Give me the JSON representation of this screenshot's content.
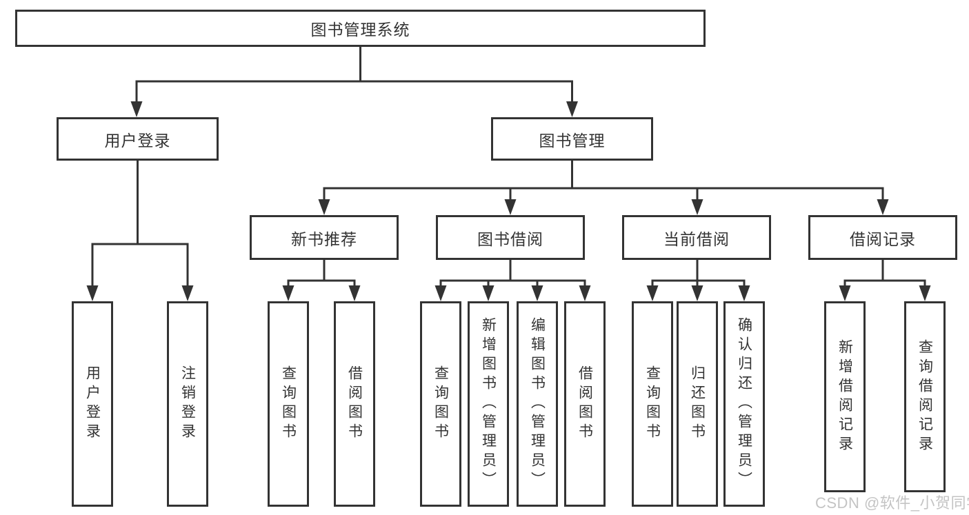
{
  "diagram": {
    "title": {
      "label": "图书管理系统"
    },
    "level2": {
      "user_login": {
        "label": "用户登录"
      },
      "book_mgmt": {
        "label": "图书管理"
      }
    },
    "level3": {
      "new_book_rec": {
        "label": "新书推荐"
      },
      "book_borrow": {
        "label": "图书借阅"
      },
      "current_borrow": {
        "label": "当前借阅"
      },
      "borrow_record": {
        "label": "借阅记录"
      }
    },
    "leaves": {
      "user_login": [
        "用户登录",
        "注销登录"
      ],
      "new_book_rec": [
        "查询图书",
        "借阅图书"
      ],
      "book_borrow": [
        "查询图书",
        "新增图书（管理员）",
        "编辑图书（管理员）",
        "借阅图书"
      ],
      "current_borrow": [
        "查询图书",
        "归还图书",
        "确认归还（管理员）"
      ],
      "borrow_record": [
        "新增借阅记录",
        "查询借阅记录"
      ]
    },
    "watermark": "CSDN @软件_小贺同学",
    "colors": {
      "line": "#333333",
      "text": "#333333",
      "watermark": "#c4c4c4",
      "background": "#ffffff"
    }
  }
}
